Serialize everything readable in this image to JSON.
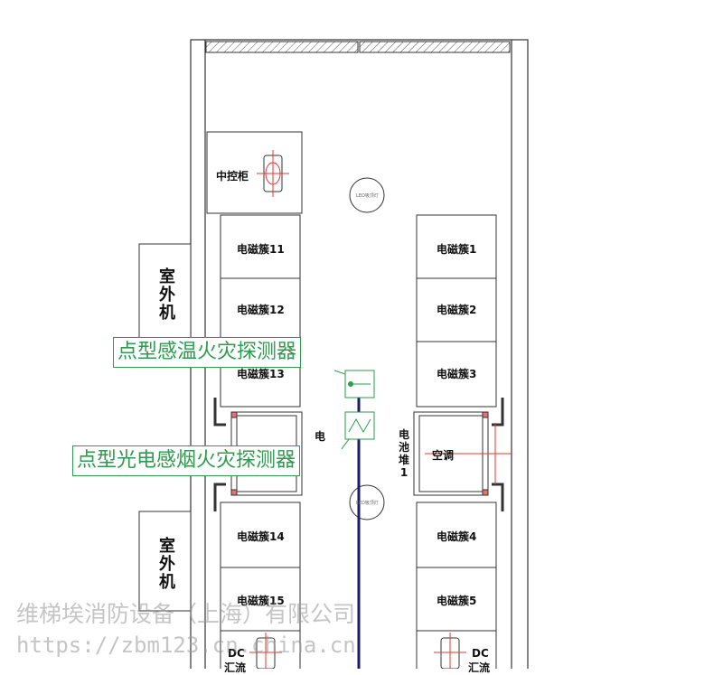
{
  "room": {
    "control_cabinet": "中控柜",
    "battery_stack": "电池堆",
    "battery_stack_no": "1",
    "outdoor_unit": "室外机",
    "air_conditioner": "空调",
    "dc_combiner_a": "DC",
    "dc_combiner_b": "汇流",
    "led_lamp": "LED吸顶灯",
    "pack_label_1": "电",
    "left_clusters": [
      "电磁簇11",
      "电磁簇12",
      "电磁簇13",
      "电磁簇14",
      "电磁簇15"
    ],
    "right_clusters": [
      "电磁簇1",
      "电磁簇2",
      "电磁簇3",
      "电磁簇4",
      "电磁簇5"
    ]
  },
  "callouts": {
    "heat_detector": "点型感温火灾探测器",
    "smoke_detector": "点型光电感烟火灾探测器"
  },
  "watermark": {
    "company": "维梯埃消防设备（上海）有限公司",
    "url": "https://zbm123.cn.china.cn"
  },
  "colors": {
    "line": "#333333",
    "detector": "#2e9b4e",
    "cable": "#1a1a6e",
    "marker": "#e53935"
  }
}
